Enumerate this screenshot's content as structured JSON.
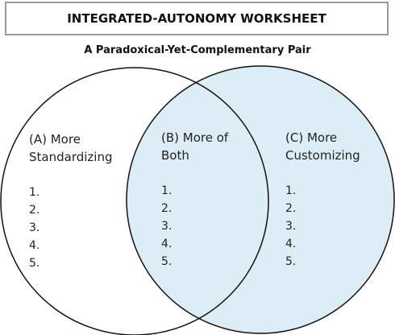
{
  "title": "INTEGRATED-AUTONOMY  WORKSHEET",
  "subtitle": "A Paradoxical-Yet-Complementary Pair",
  "colors": {
    "fill_right": "#dcedf5",
    "stroke": "#111111",
    "title_border": "#9a9a9a"
  },
  "regions": [
    {
      "heading_line1": "(A) More",
      "heading_line2": "Standardizing",
      "items": [
        "1.",
        "2.",
        "3.",
        "4.",
        "5."
      ]
    },
    {
      "heading_line1": "(B) More of",
      "heading_line2": "Both",
      "items": [
        "1.",
        "2.",
        "3.",
        "4.",
        "5."
      ]
    },
    {
      "heading_line1": "(C) More",
      "heading_line2": "Customizing",
      "items": [
        "1.",
        "2.",
        "3.",
        "4.",
        "5."
      ]
    }
  ]
}
